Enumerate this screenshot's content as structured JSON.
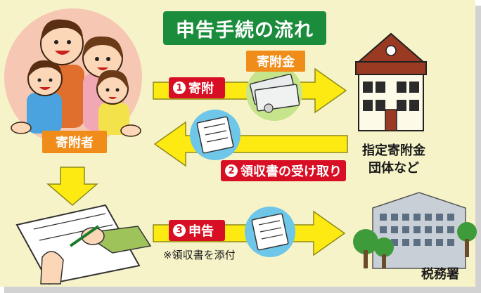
{
  "title": "申告手続の流れ",
  "donor_label": "寄附者",
  "donation_money_label": "寄附金",
  "steps": [
    {
      "number": "1",
      "label": "寄附"
    },
    {
      "number": "2",
      "label": "領収書の受け取り"
    },
    {
      "number": "3",
      "label": "申告"
    }
  ],
  "organization_label_line1": "指定寄附金",
  "organization_label_line2": "団体など",
  "tax_office_label": "税務署",
  "attach_note": "※領収書を添付",
  "colors": {
    "background": "#f6f3c9",
    "title_green": "#1b8c3c",
    "tag_orange": "#f08c1a",
    "step_red": "#d80f24",
    "arrow_yellow": "#fdea13"
  }
}
